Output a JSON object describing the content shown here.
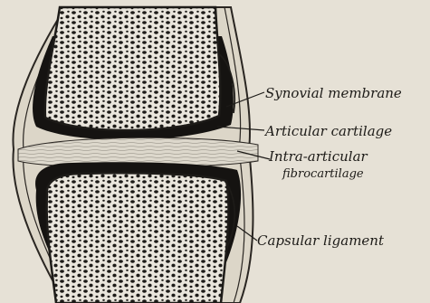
{
  "figure": {
    "background": "#e6e1d6",
    "ink": "#1d1b18",
    "labels": {
      "synovial_membrane": "Synovial membrane",
      "articular_cartilage": "Articular cartilage",
      "intra_articular_line1": "Intra-articular",
      "intra_articular_line2": "fibrocartilage",
      "capsular_ligament": "Capsular ligament"
    }
  }
}
